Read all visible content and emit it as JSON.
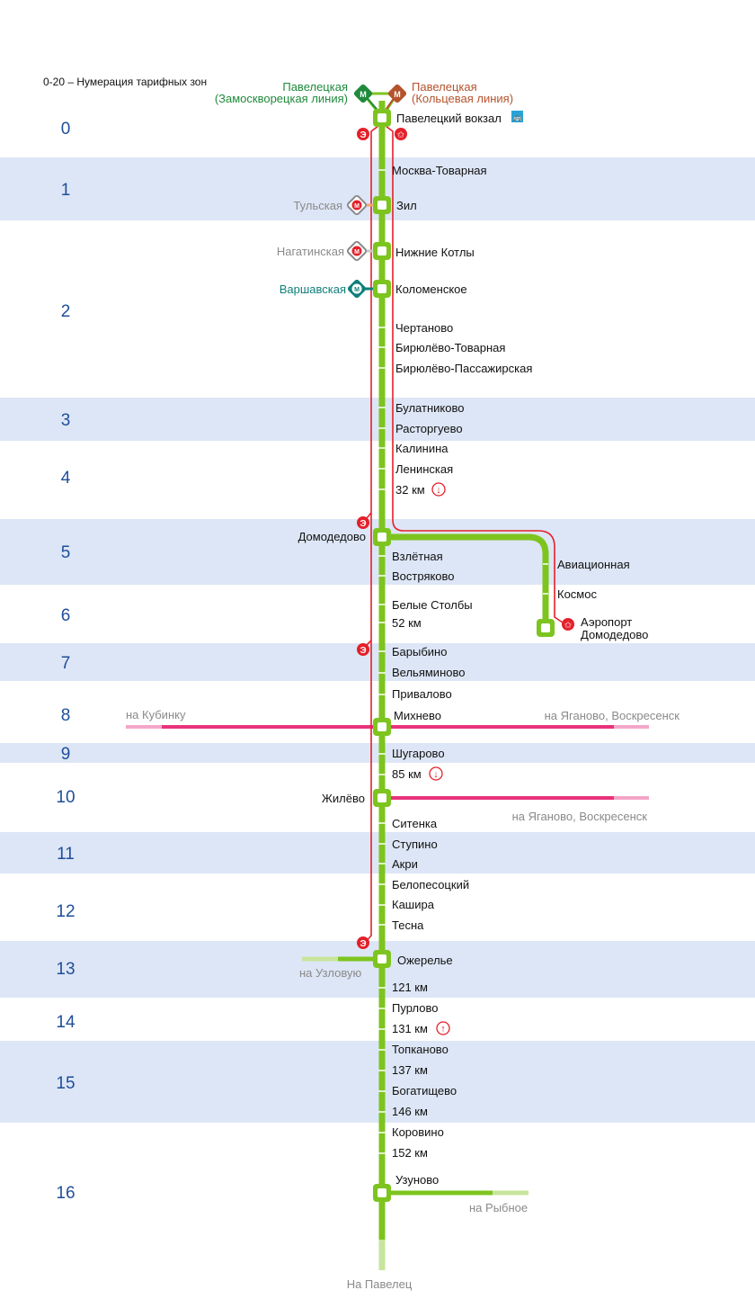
{
  "legend": "0-20 – Нумерация тарифных зон",
  "zones": [
    "0",
    "1",
    "2",
    "3",
    "4",
    "5",
    "6",
    "7",
    "8",
    "9",
    "10",
    "11",
    "12",
    "13",
    "14",
    "15",
    "16"
  ],
  "metro_hubs": {
    "zamoskvoretskaya_name": "Павелецкая",
    "zamoskvoretskaya_line": "(Замоскворецкая линия)",
    "koltsevaya_name": "Павелецкая",
    "koltsevaya_line": "(Кольцевая линия)",
    "metro_glyph": "М"
  },
  "transfers": {
    "tulskaya": "Тульская",
    "nagatinskaya": "Нагатинская",
    "varshavskaya": "Варшавская"
  },
  "symbols": {
    "express": "Э",
    "aeroexpress": "✩",
    "bus_icon": "🚌",
    "arrow_down": "↓",
    "arrow_up": "↑"
  },
  "stations": {
    "paveletsky": "Павелецкий вокзал",
    "moskva_tovarnaya": "Москва-Товарная",
    "zil": "Зил",
    "nizhnie_kotly": "Нижние Котлы",
    "kolomenskoe": "Коломенское",
    "chertanovo": "Чертаново",
    "biryulevo_tov": "Бирюлёво-Товарная",
    "biryulevo_pass": "Бирюлёво-Пассажирская",
    "bulatnikovo": "Булатниково",
    "rastorguevo": "Расторгуево",
    "kalinina": "Калинина",
    "leninskaya": "Ленинская",
    "km32": "32 км",
    "domodedovo": "Домодедово",
    "vzletnaya": "Взлётная",
    "vostryakovo": "Востряково",
    "belye_stolby": "Белые Столбы",
    "km52": "52 км",
    "aviatsionnaya": "Авиационная",
    "kosmos": "Космос",
    "airport_1": "Аэропорт",
    "airport_2": "Домодедово",
    "barybino": "Барыбино",
    "velyaminovo": "Вельяминово",
    "privalovo": "Привалово",
    "mikhnevo": "Михнево",
    "shugarovo": "Шугарово",
    "km85": "85 км",
    "zhilevo": "Жилёво",
    "sitenka": "Ситенка",
    "stupino": "Ступино",
    "akri": "Акри",
    "belopesotsky": "Белопесоцкий",
    "kashira": "Кашира",
    "tesna": "Тесна",
    "ozherelye": "Ожерелье",
    "km121": "121 км",
    "purlovo": "Пурлово",
    "km131": "131 км",
    "topkanovo": "Топканово",
    "km137": "137 км",
    "bogatishchevo": "Богатищево",
    "km146": "146 км",
    "korovino": "Коровино",
    "km152": "152 км",
    "uzunovo": "Узуново"
  },
  "directions": {
    "kubinka": "на Кубинку",
    "yaganovo_1": "на Яганово, Воскресенск",
    "yaganovo_2": "на Яганово, Воскресенск",
    "uzlovaya": "на Узловую",
    "rybnoe": "на Рыбное",
    "pavelets": "На Павелец"
  },
  "colors": {
    "main_line": "#7dc41f",
    "express_line": "#e4202a",
    "cross_line": "#e8337b",
    "zone_band": "#dde6f6",
    "zone_number": "#1f4e9a",
    "zamoskvoretskaya": "#1f8a3b",
    "koltsevaya": "#b4532c",
    "varshavskaya": "#0f7f7a",
    "transfer_grey": "#8a8a8a",
    "bus_icon": "#29a3d6"
  }
}
